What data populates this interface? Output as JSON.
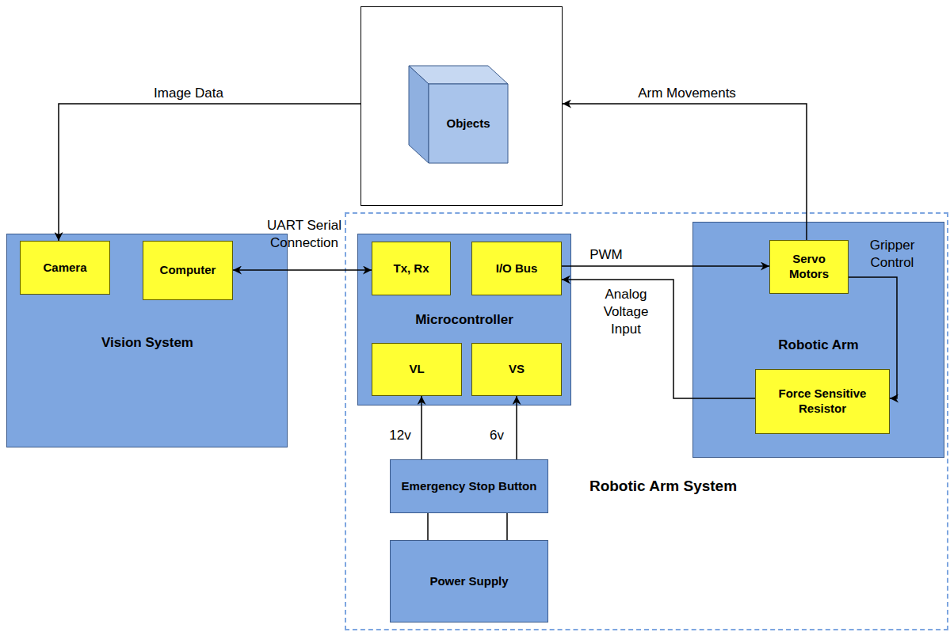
{
  "diagram": {
    "nodes": [
      {
        "text": [
          "Vision System"
        ]
      },
      {
        "text": [
          "Camera"
        ],
        "in": 0
      },
      {
        "text": [
          "Computer"
        ],
        "in": 0
      },
      {
        "text": [
          "Objects"
        ]
      },
      {
        "text": [
          "Robotic Arm System"
        ]
      },
      {
        "text": [
          "Microcontroller"
        ],
        "in": 4
      },
      {
        "text": [
          "Tx, Rx"
        ],
        "in": 5
      },
      {
        "text": [
          "I/O Bus"
        ],
        "in": 5
      },
      {
        "text": [
          "VL"
        ],
        "in": 5
      },
      {
        "text": [
          "VS"
        ],
        "in": 5
      },
      {
        "text": [
          "Robotic Arm"
        ],
        "in": 4
      },
      {
        "text": [
          "Servo Motors"
        ],
        "in": 10
      },
      {
        "text": [
          "Force Sensitive Resistor"
        ],
        "in": 10
      },
      {
        "text": [
          "Emergency Stop Button"
        ],
        "in": 4
      },
      {
        "text": [
          "Power Supply"
        ],
        "in": 4
      }
    ],
    "edges": [
      {
        "from": 3,
        "to": 1,
        "arrow": "to",
        "label": "Image Data"
      },
      {
        "from": 2,
        "to": 6,
        "arrow": "both",
        "label": "UART Serial Connection"
      },
      {
        "from": 7,
        "to": 11,
        "arrow": "to",
        "label": "PWM"
      },
      {
        "from": 12,
        "to": 7,
        "arrow": "to",
        "label": "Analog Voltage Input"
      },
      {
        "from": 11,
        "to": 3,
        "arrow": "to",
        "label": "Arm Movements"
      },
      {
        "from": 11,
        "to": 12,
        "arrow": "to",
        "label": "Gripper Control"
      },
      {
        "from": 13,
        "to": 8,
        "arrow": "to",
        "label": "12v"
      },
      {
        "from": 13,
        "to": 9,
        "arrow": "to",
        "label": "6v"
      },
      {
        "from": 14,
        "to": 13,
        "arrow": "none"
      },
      {
        "from": 14,
        "to": 13,
        "arrow": "none"
      }
    ]
  }
}
